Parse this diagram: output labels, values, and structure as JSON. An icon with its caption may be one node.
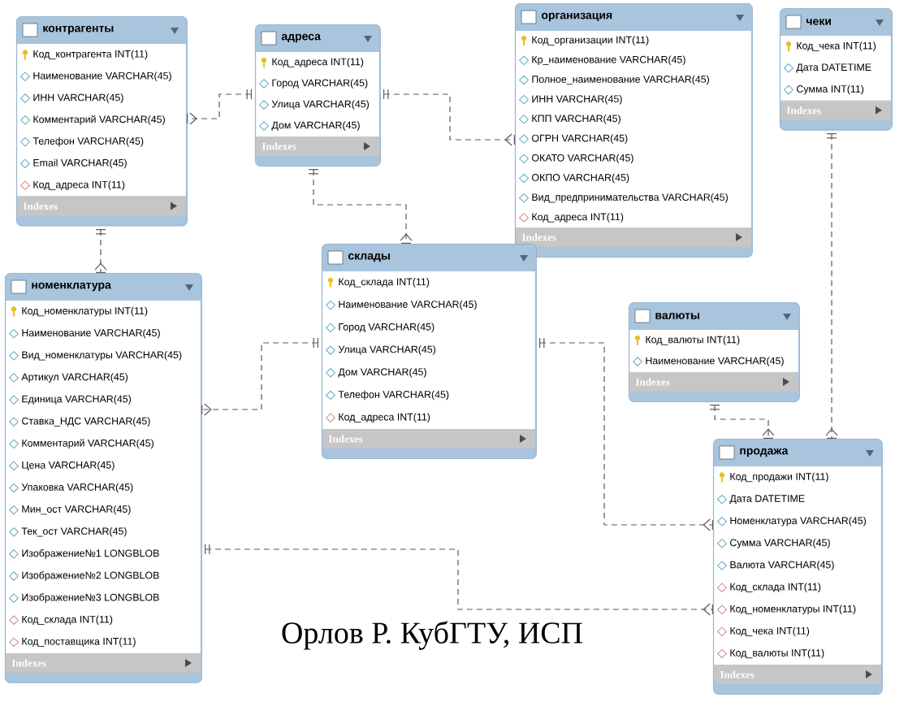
{
  "diagram": {
    "caption": "Орлов Р. КубГТУ, ИСП",
    "nodes": [
      {
        "text": [
          "контрагенты",
          "Код_контрагента INT(11)",
          "Наименование VARCHAR(45)",
          "ИНН VARCHAR(45)",
          "Комментарий VARCHAR(45)",
          "Телефон VARCHAR(45)",
          "Email VARCHAR(45)",
          "Код_адреса INT(11)",
          "Indexes"
        ]
      },
      {
        "text": [
          "адреса",
          "Код_адреса INT(11)",
          "Город VARCHAR(45)",
          "Улица VARCHAR(45)",
          "Дом VARCHAR(45)",
          "Indexes"
        ]
      },
      {
        "text": [
          "организация",
          "Код_организации INT(11)",
          "Кр_наименование VARCHAR(45)",
          "Полное_наименование VARCHAR(45)",
          "ИНН VARCHAR(45)",
          "КПП VARCHAR(45)",
          "ОГРН VARCHAR(45)",
          "ОКАТО VARCHAR(45)",
          "ОКПО VARCHAR(45)",
          "Вид_предпринимательства VARCHAR(45)",
          "Код_адреса INT(11)",
          "Indexes"
        ]
      },
      {
        "text": [
          "чеки",
          "Код_чека INT(11)",
          "Дата DATETIME",
          "Сумма INT(11)",
          "Indexes"
        ]
      },
      {
        "text": [
          "номенклатура",
          "Код_номенклатуры INT(11)",
          "Наименование VARCHAR(45)",
          "Вид_номенклатуры VARCHAR(45)",
          "Артикул VARCHAR(45)",
          "Единица VARCHAR(45)",
          "Ставка_НДС VARCHAR(45)",
          "Комментарий VARCHAR(45)",
          "Цена VARCHAR(45)",
          "Упаковка VARCHAR(45)",
          "Мин_ост VARCHAR(45)",
          "Тек_ост VARCHAR(45)",
          "Изображение№1 LONGBLOB",
          "Изображение№2 LONGBLOB",
          "Изображение№3 LONGBLOB",
          "Код_склада INT(11)",
          "Код_поставщика INT(11)",
          "Indexes"
        ]
      },
      {
        "text": [
          "склады",
          "Код_склада INT(11)",
          "Наименование VARCHAR(45)",
          "Город VARCHAR(45)",
          "Улица VARCHAR(45)",
          "Дом VARCHAR(45)",
          "Телефон VARCHAR(45)",
          "Код_адреса INT(11)",
          "Indexes"
        ]
      },
      {
        "text": [
          "валюты",
          "Код_валюты INT(11)",
          "Наименование VARCHAR(45)",
          "Indexes"
        ]
      },
      {
        "text": [
          "продажа",
          "Код_продажи INT(11)",
          "Дата DATETIME",
          "Номенклатура VARCHAR(45)",
          "Сумма VARCHAR(45)",
          "Валюта VARCHAR(45)",
          "Код_склада INT(11)",
          "Код_номенклатуры INT(11)",
          "Код_чека INT(11)",
          "Код_валюты INT(11)",
          "Indexes"
        ]
      }
    ],
    "edges": [
      {
        "from": 1,
        "to": 0,
        "arrow": "other",
        "style": "dashed"
      },
      {
        "from": 1,
        "to": 2,
        "arrow": "other",
        "style": "dashed"
      },
      {
        "from": 1,
        "to": 5,
        "arrow": "other",
        "style": "dashed"
      },
      {
        "from": 0,
        "to": 4,
        "arrow": "other",
        "style": "dashed"
      },
      {
        "from": 5,
        "to": 4,
        "arrow": "other",
        "style": "dashed"
      },
      {
        "from": 5,
        "to": 7,
        "arrow": "other",
        "style": "dashed"
      },
      {
        "from": 4,
        "to": 7,
        "arrow": "other",
        "style": "dashed"
      },
      {
        "from": 3,
        "to": 7,
        "arrow": "other",
        "style": "dashed"
      },
      {
        "from": 6,
        "to": 7,
        "arrow": "other",
        "style": "dashed"
      }
    ]
  }
}
